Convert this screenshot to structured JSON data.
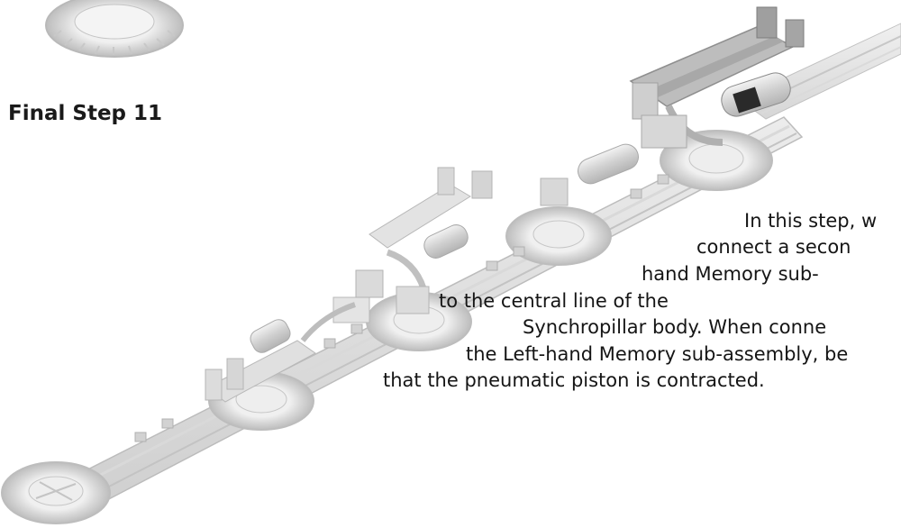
{
  "heading": "Final Step 11",
  "caption_lines": [
    "In this step, w",
    "connect a secon",
    "hand Memory sub-",
    "to the central line of the",
    "Synchropillar body. When conne",
    "the Left-hand Memory sub-assembly, be",
    "that the pneumatic piston is contracted."
  ],
  "colors": {
    "text": "#151515",
    "part_light": "#e2e2e2",
    "part_mid": "#c9c9c9",
    "part_dark": "#9a9a9a",
    "wheel_tread": "#d4d4d4"
  }
}
